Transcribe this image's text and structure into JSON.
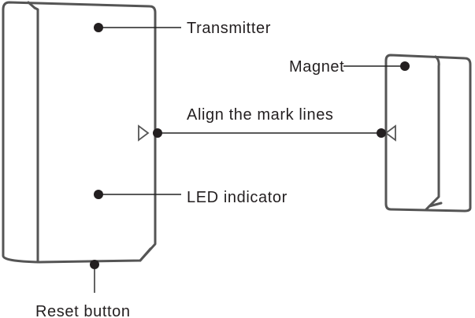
{
  "colors": {
    "outline": "#555555",
    "leader": "#222222",
    "text": "#231f20",
    "dot": "#231f20"
  },
  "labels": {
    "transmitter": "Transmitter",
    "magnet": "Magnet",
    "align": "Align the mark lines",
    "led": "LED indicator",
    "reset": "Reset button"
  }
}
